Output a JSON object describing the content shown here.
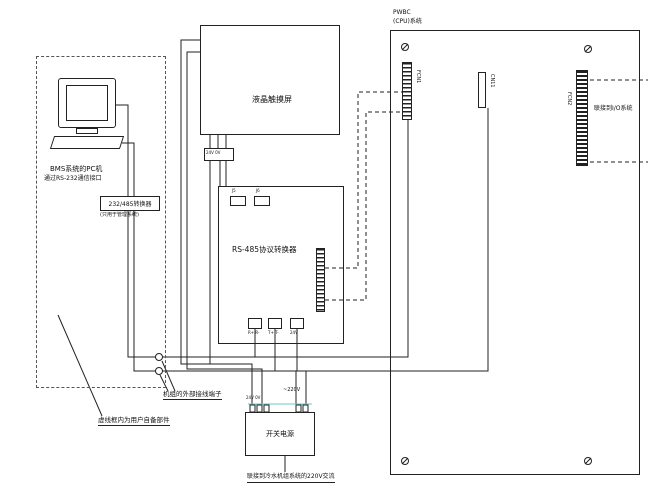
{
  "pc": {
    "title": "BMS系统的PC机",
    "subtitle": "通过RS-232通信接口"
  },
  "converter": {
    "label": "232/485转换器",
    "note": "(只用于管理系统)"
  },
  "touchscreen": {
    "label": "液晶触摸屏",
    "connector_label": "24V 0V"
  },
  "rs485": {
    "label": "RS-485协议转换器",
    "jumper1": "J5",
    "jumper2": "J6",
    "port1": "R+ R-",
    "port2": "T+ T-",
    "port3": "24V"
  },
  "pwbc": {
    "title_line1": "PWBC",
    "title_line2": "(CPU)系统",
    "left_connector": "FCN1",
    "cn11": "CN11",
    "right_connector": "FCN2",
    "io_note": "联接到I/O系统"
  },
  "power": {
    "label": "开关电源",
    "dc_label": "24V 0V",
    "ac_label": "~220V"
  },
  "annotations": {
    "terminals": "机组的外部接线端子",
    "user_parts": "虚线框内为用户自备部件",
    "ac_source": "联接到冷水机组系统的220V交流"
  }
}
